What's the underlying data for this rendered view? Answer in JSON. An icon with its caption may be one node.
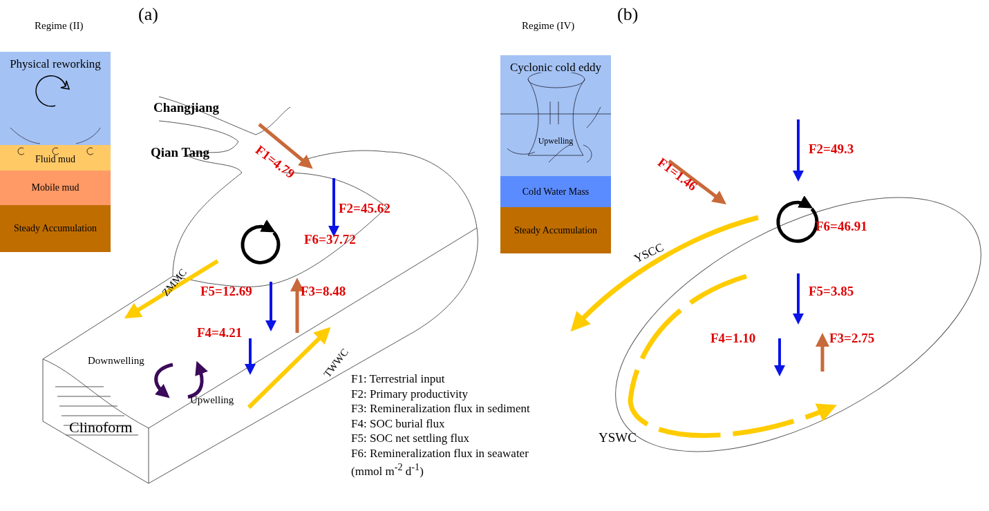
{
  "diagram": {
    "nodes": [
      {
        "text": [
          "Physical reworking"
        ]
      },
      {
        "text": [
          "Fluid mud"
        ]
      },
      {
        "text": [
          "Mobile mud"
        ]
      },
      {
        "text": [
          "Steady Accumulation"
        ]
      },
      {
        "text": [
          "Cyclonic cold eddy",
          "Upwelling"
        ]
      },
      {
        "text": [
          "Cold Water Mass"
        ]
      },
      {
        "text": [
          "Steady Accumulation"
        ]
      }
    ],
    "edges": [],
    "labels": [
      "(a)",
      "Regime (II)",
      "(b)",
      "Regime (IV)",
      "Changjiang",
      "Qian Tang",
      "F1=4.79",
      "F1=1.46",
      "F2=49.3",
      "F2=45.62",
      "F6=46.91",
      "F6=37.72",
      "YSCC",
      "ZMMC",
      "F5=12.69",
      "F3=8.48",
      "F5=3.85",
      "F4=4.21",
      "F4=1.10",
      "F3=2.75",
      "Downwelling",
      "TWWC",
      "Upwelling",
      "YSWC",
      "Clinoform",
      "F1: Terrestrial input",
      "F2: Primary productivity",
      "F3: Remineralization flux in sediment",
      "F4: SOC burial flux",
      "F5: SOC net settling flux",
      "F6: Remineralization flux in seawater",
      "(mmol m$^{-2}$ d$^{-1}$)"
    ]
  }
}
